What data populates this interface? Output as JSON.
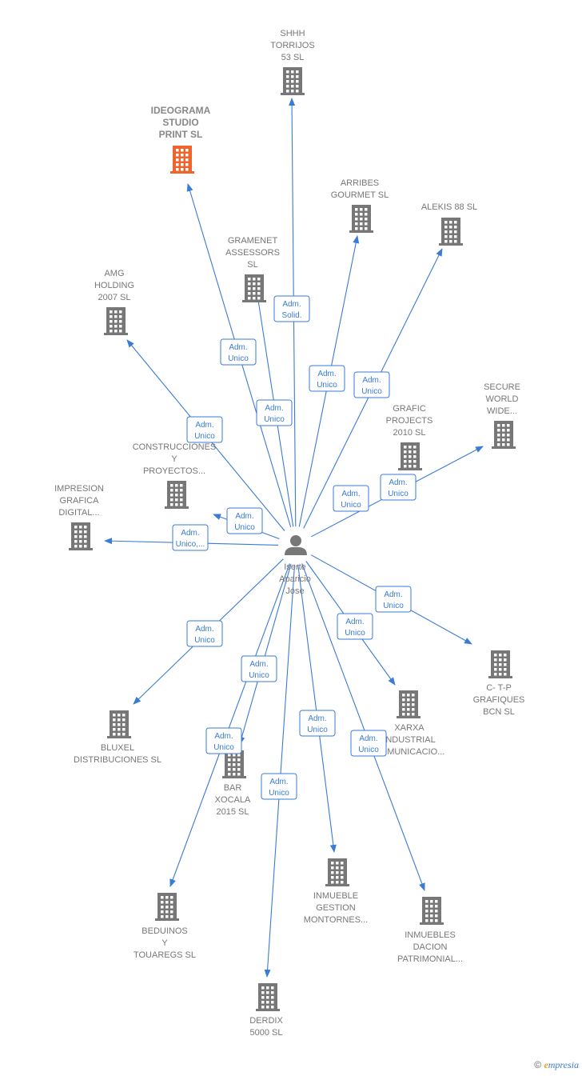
{
  "diagram": {
    "center": {
      "id": "person",
      "name_lines": [
        "Iserte",
        "Aparicio",
        "Jose"
      ]
    },
    "companies": [
      {
        "id": "shhh",
        "lines": [
          "SHHH",
          "TORRIJOS",
          "53  SL"
        ],
        "highlight": false
      },
      {
        "id": "ideograma",
        "lines": [
          "IDEOGRAMA",
          "STUDIO",
          "PRINT  SL"
        ],
        "highlight": true
      },
      {
        "id": "arribes",
        "lines": [
          "ARRIBES",
          "GOURMET  SL"
        ],
        "highlight": false
      },
      {
        "id": "alekis",
        "lines": [
          "ALEKIS 88 SL"
        ],
        "highlight": false
      },
      {
        "id": "gramenet",
        "lines": [
          "GRAMENET",
          "ASSESSORS",
          "SL"
        ],
        "highlight": false
      },
      {
        "id": "amg",
        "lines": [
          "AMG",
          "HOLDING",
          "2007  SL"
        ],
        "highlight": false
      },
      {
        "id": "secure",
        "lines": [
          "SECURE",
          "WORLD",
          "WIDE..."
        ],
        "highlight": false
      },
      {
        "id": "grafic",
        "lines": [
          "GRAFIC",
          "PROJECTS",
          "2010  SL"
        ],
        "highlight": false
      },
      {
        "id": "construcciones",
        "lines": [
          "CONSTRUCCIONES",
          "Y",
          "PROYECTOS..."
        ],
        "highlight": false
      },
      {
        "id": "impresion",
        "lines": [
          "IMPRESION",
          "GRAFICA",
          "DIGITAL..."
        ],
        "highlight": false
      },
      {
        "id": "ctp",
        "lines": [
          "C- T-P",
          "GRAFIQUES",
          "BCN  SL"
        ],
        "highlight": false
      },
      {
        "id": "xarxa",
        "lines": [
          "XARXA",
          "INDUSTRIAL",
          "COMUNICACIO..."
        ],
        "highlight": false
      },
      {
        "id": "bluxel",
        "lines": [
          "BLUXEL",
          "DISTRIBUCIONES SL"
        ],
        "highlight": false
      },
      {
        "id": "bar",
        "lines": [
          "BAR",
          "XOCALA",
          "2015  SL"
        ],
        "highlight": false
      },
      {
        "id": "inmueble",
        "lines": [
          "INMUEBLE",
          "GESTION",
          "MONTORNES..."
        ],
        "highlight": false
      },
      {
        "id": "inmuebles",
        "lines": [
          "INMUEBLES",
          "DACION",
          "PATRIMONIAL..."
        ],
        "highlight": false
      },
      {
        "id": "beduinos",
        "lines": [
          "BEDUINOS",
          "Y",
          "TOUAREGS SL"
        ],
        "highlight": false
      },
      {
        "id": "derdix",
        "lines": [
          "DERDIX",
          "5000  SL"
        ],
        "highlight": false
      }
    ],
    "relations": [
      {
        "to": "shhh",
        "label": [
          "Adm.",
          "Solid."
        ]
      },
      {
        "to": "ideograma",
        "label": [
          "Adm.",
          "Unico"
        ]
      },
      {
        "to": "arribes",
        "label": [
          "Adm.",
          "Unico"
        ]
      },
      {
        "to": "alekis",
        "label": [
          "Adm.",
          "Unico"
        ]
      },
      {
        "to": "gramenet",
        "label": [
          "Adm.",
          "Unico"
        ]
      },
      {
        "to": "amg",
        "label": [
          "Adm.",
          "Unico"
        ]
      },
      {
        "to": "secure",
        "label": [
          "Adm.",
          "Unico"
        ]
      },
      {
        "to": "grafic",
        "label": [
          "Adm.",
          "Unico"
        ]
      },
      {
        "to": "construcciones",
        "label": [
          "Adm.",
          "Unico"
        ]
      },
      {
        "to": "impresion",
        "label": [
          "Adm.",
          "Unico,..."
        ]
      },
      {
        "to": "ctp",
        "label": [
          "Adm.",
          "Unico"
        ]
      },
      {
        "to": "xarxa",
        "label": [
          "Adm.",
          "Unico"
        ]
      },
      {
        "to": "bluxel",
        "label": [
          "Adm.",
          "Unico"
        ]
      },
      {
        "to": "bar",
        "label": [
          "Adm.",
          "Unico"
        ]
      },
      {
        "to": "beduinos",
        "label": [
          "Adm.",
          "Unico"
        ]
      },
      {
        "to": "inmueble",
        "label": [
          "Adm.",
          "Unico"
        ]
      },
      {
        "to": "inmuebles",
        "label": [
          "Adm.",
          "Unico"
        ]
      },
      {
        "to": "derdix",
        "label": [
          "Adm.",
          "Unico"
        ]
      }
    ]
  },
  "colors": {
    "edge": "#3a7bd5",
    "building": "#777777",
    "building_highlight": "#f0642d",
    "person": "#777777"
  },
  "footer": {
    "copyright": "©",
    "brand_first": "e",
    "brand_rest": "mpresia"
  }
}
